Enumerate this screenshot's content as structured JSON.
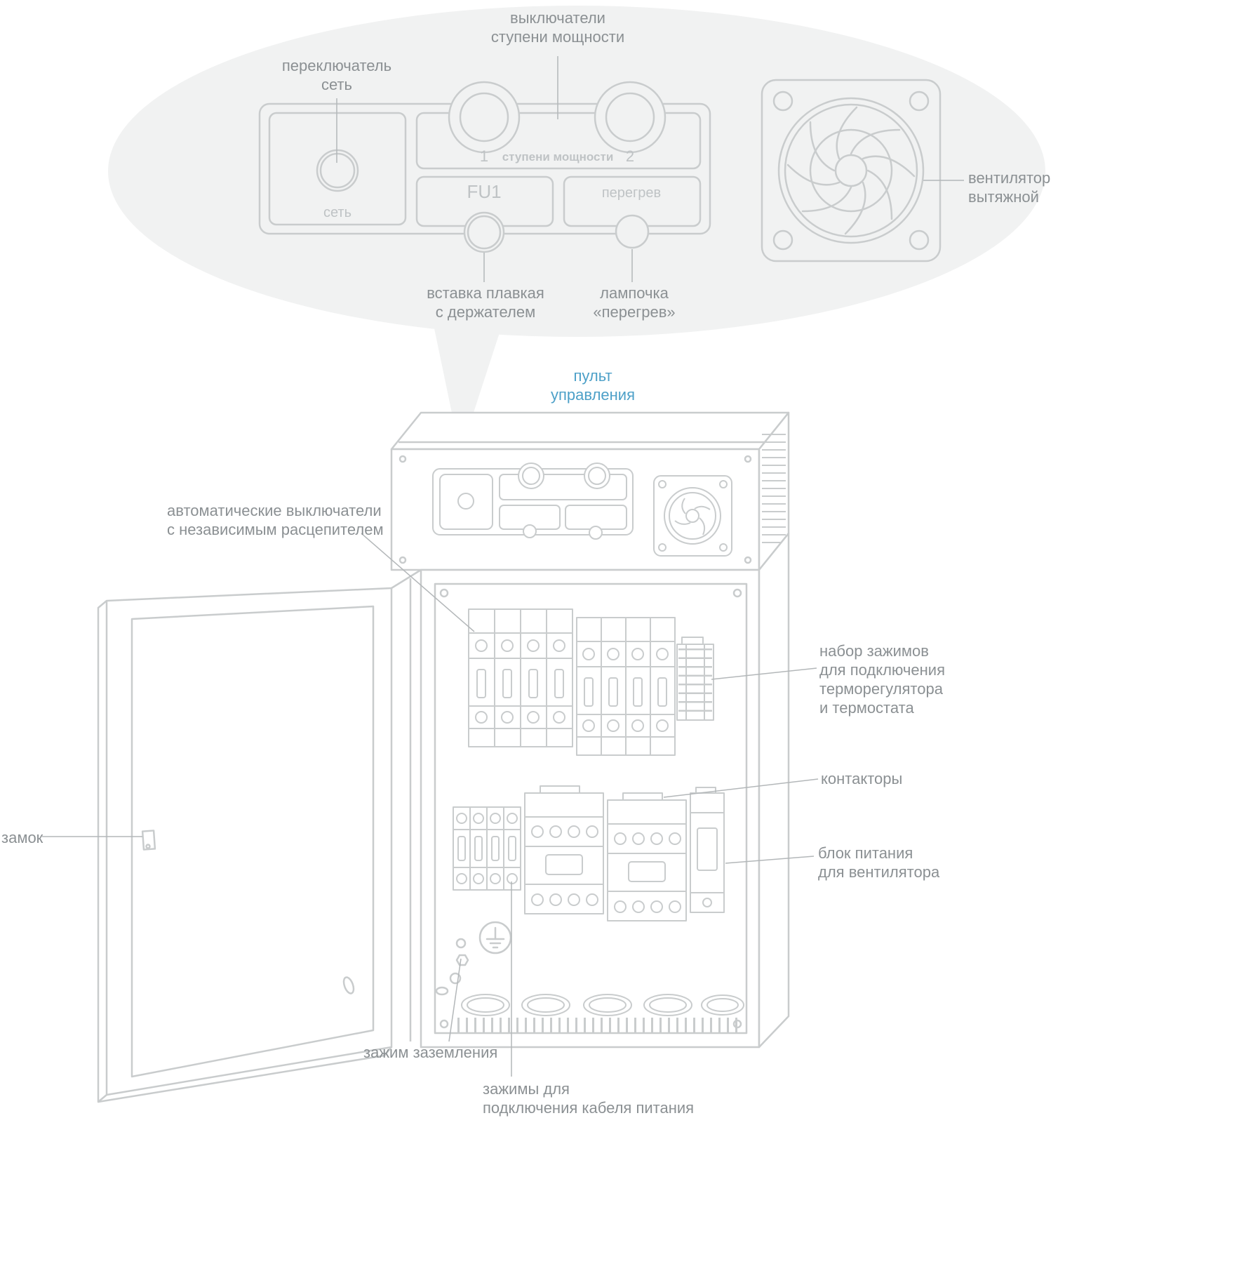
{
  "colors": {
    "line": "#c9cccd",
    "leader": "#b3b7b9",
    "label": "#8b9093",
    "accent": "#4da0c8",
    "callout_bg": "#f1f2f2"
  },
  "callout": {
    "labels": {
      "power_switches": "выключатели\nступени мощности",
      "net_switch": "переключатель\nсеть",
      "fan": "вентилятор\nвытяжной",
      "fuse": "вставка плавкая\nс держателем",
      "lamp": "лампочка\n«перегрев»"
    },
    "panel": {
      "stage1": "1",
      "stage2": "2",
      "stages": "ступени мощности",
      "net": "сеть",
      "fu1": "FU1",
      "overheat": "перегрев"
    }
  },
  "cabinet": {
    "labels": {
      "control_panel": "пульт\nуправления",
      "breakers": "автоматические выключатели\nс независимым расцепителем",
      "terminals": "набор зажимов\nдля подключения\nтерморегулятора\nи термостата",
      "contactors": "контакторы",
      "psu": "блок питания\nдля вентилятора",
      "lock": "замок",
      "ground": "зажим заземления",
      "power_cable": "зажимы для\nподключения кабеля питания"
    }
  }
}
